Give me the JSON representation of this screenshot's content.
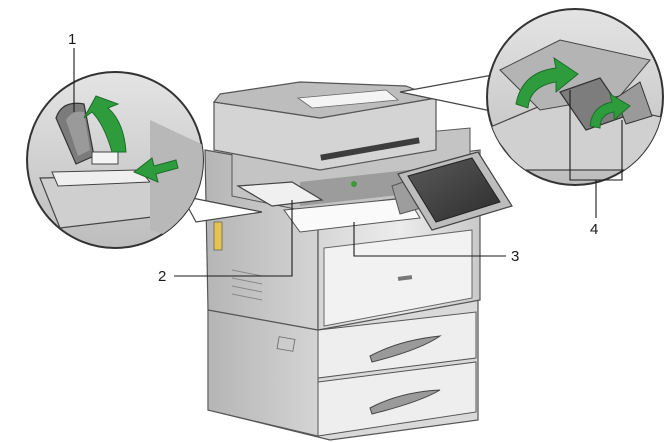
{
  "callouts": [
    {
      "id": "1",
      "text": "1"
    },
    {
      "id": "2",
      "text": "2"
    },
    {
      "id": "3",
      "text": "3"
    },
    {
      "id": "4",
      "text": "4"
    }
  ],
  "colors": {
    "arrow_green": "#2e9b3c",
    "arrow_dark": "#1d6e2a",
    "body_light": "#e9e9e9",
    "body_mid": "#cfcfcf",
    "body_dark": "#8a8a8a",
    "panel_dark": "#3c3c3c",
    "outline": "#444444"
  },
  "icons": [
    "green-arrow-icon",
    "magnifier-circle-icon"
  ]
}
